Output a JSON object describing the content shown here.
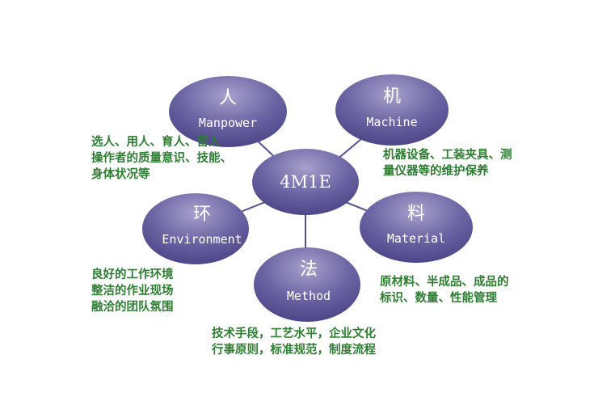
{
  "diagram": {
    "center": {
      "label": "4M1E"
    },
    "nodes": {
      "manpower": {
        "title": "人",
        "subtitle": "Manpower"
      },
      "machine": {
        "title": "机",
        "subtitle": "Machine"
      },
      "environment": {
        "title": "环",
        "subtitle": "Environment"
      },
      "material": {
        "title": "料",
        "subtitle": "Material"
      },
      "method": {
        "title": "法",
        "subtitle": "Method"
      }
    },
    "descriptions": {
      "manpower": [
        "选人、用人、育人、留人",
        "操作者的质量意识、技能、",
        "身体状况等"
      ],
      "machine": [
        "机器设备、工装夹具、测",
        "量仪器等的维护保养"
      ],
      "environment": [
        "良好的工作环境",
        "整洁的作业现场",
        "融洽的团队氛围"
      ],
      "material": [
        "原材料、半成品、成品的",
        "标识、数量、性能管理"
      ],
      "method": [
        "技术手段，工艺水平，企业文化",
        "行事原则，标准规范，制度流程"
      ]
    }
  },
  "colors": {
    "ellipse_fill": "#5c5595",
    "ellipse_highlight": "#9b96c4",
    "connector": "#55508f",
    "text": "#2e7d32"
  }
}
